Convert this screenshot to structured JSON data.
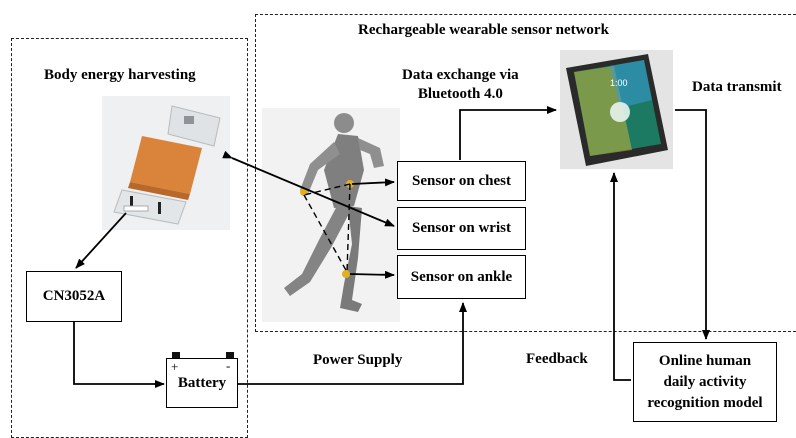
{
  "regions": {
    "harvest_title": "Body energy harvesting",
    "network_title": "Rechargeable wearable sensor network"
  },
  "labels": {
    "bluetooth": "Data exchange via\nBluetooth 4.0",
    "data_transmit": "Data transmit",
    "power_supply": "Power Supply",
    "feedback": "Feedback"
  },
  "boxes": {
    "chest": "Sensor on chest",
    "wrist": "Sensor on wrist",
    "ankle": "Sensor on ankle",
    "chip": "CN3052A",
    "battery": "Battery",
    "model": "Online human\ndaily activity\nrecognition model"
  },
  "battery_marks": {
    "plus": "+",
    "minus": "-"
  },
  "phone": {
    "time": "1:00"
  },
  "colors": {
    "harvester_pad": "#d9843a",
    "sensor_dot": "#e0b020",
    "runner": "#8c8c8c",
    "phone_screen": "#1c7a62"
  }
}
